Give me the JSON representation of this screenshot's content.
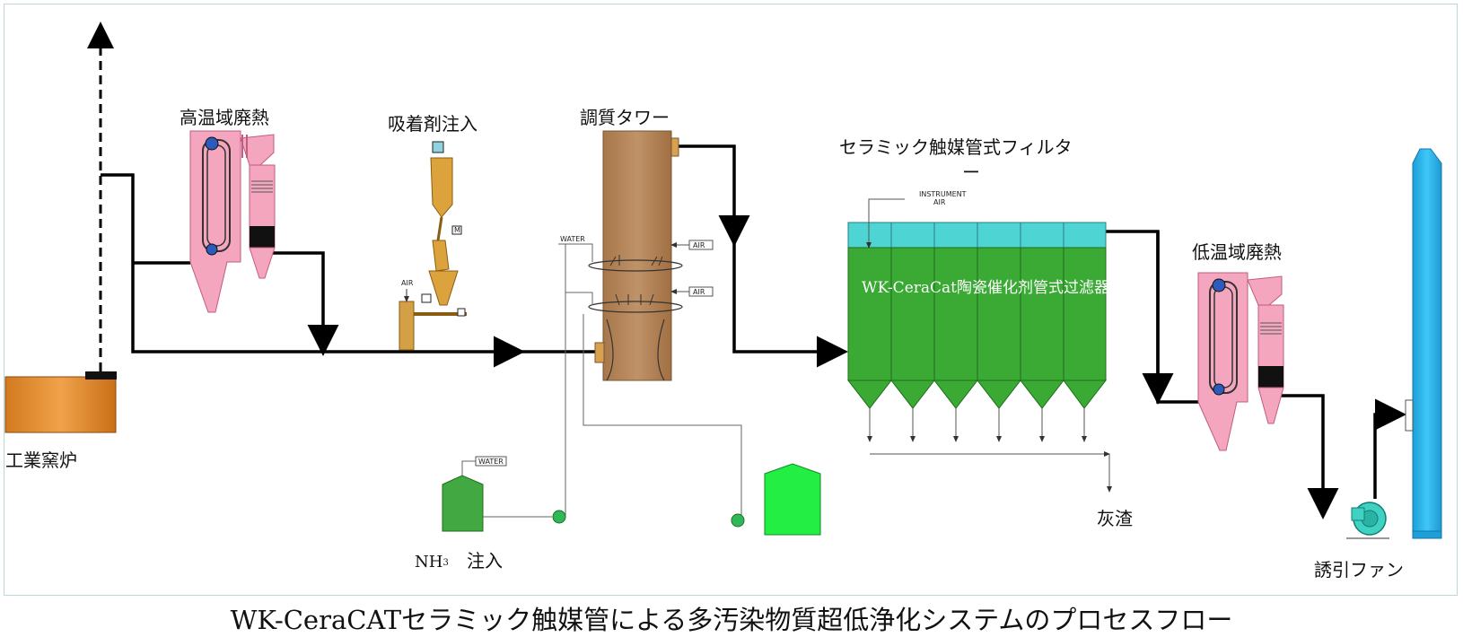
{
  "labels": {
    "kiln": "工業窯炉",
    "high_temp_boiler": "高温域廃熱",
    "adsorbent": "吸着剤注入",
    "conditioning_tower": "調質タワー",
    "filter_line1": "セラミック触媒管式フィルタ",
    "filter_line2": "ー",
    "filter_inner": "WK-CeraCat陶瓷催化剂管式过滤器",
    "low_temp_boiler": "低温域廃熱",
    "ash": "灰渣",
    "nh3_base": "NH",
    "nh3_sub": "3",
    "nh3_suffix": "注入",
    "fan": "誘引ファン"
  },
  "small_labels": {
    "instrument": "INSTRUMENT",
    "instrument_air": "AIR",
    "air_a": "AIR",
    "air_b": "AIR",
    "air_c": "AIR",
    "water_a": "WATER",
    "water_b": "WATER",
    "motor": "M"
  },
  "caption": "WK-CeraCATセラミック触媒管による多汚染物質超低浄化システムのプロセスフロー",
  "colors": {
    "kiln": "#e38b2b",
    "boiler": "#f1a3bb",
    "tower": "#b5865a",
    "adsorbent": "#dca23c",
    "filter": "#3aaa35",
    "filter_header": "#4fd4d4",
    "stack": "#29b6ee",
    "tank_left": "#42a842",
    "tank_right": "#22ee44"
  }
}
